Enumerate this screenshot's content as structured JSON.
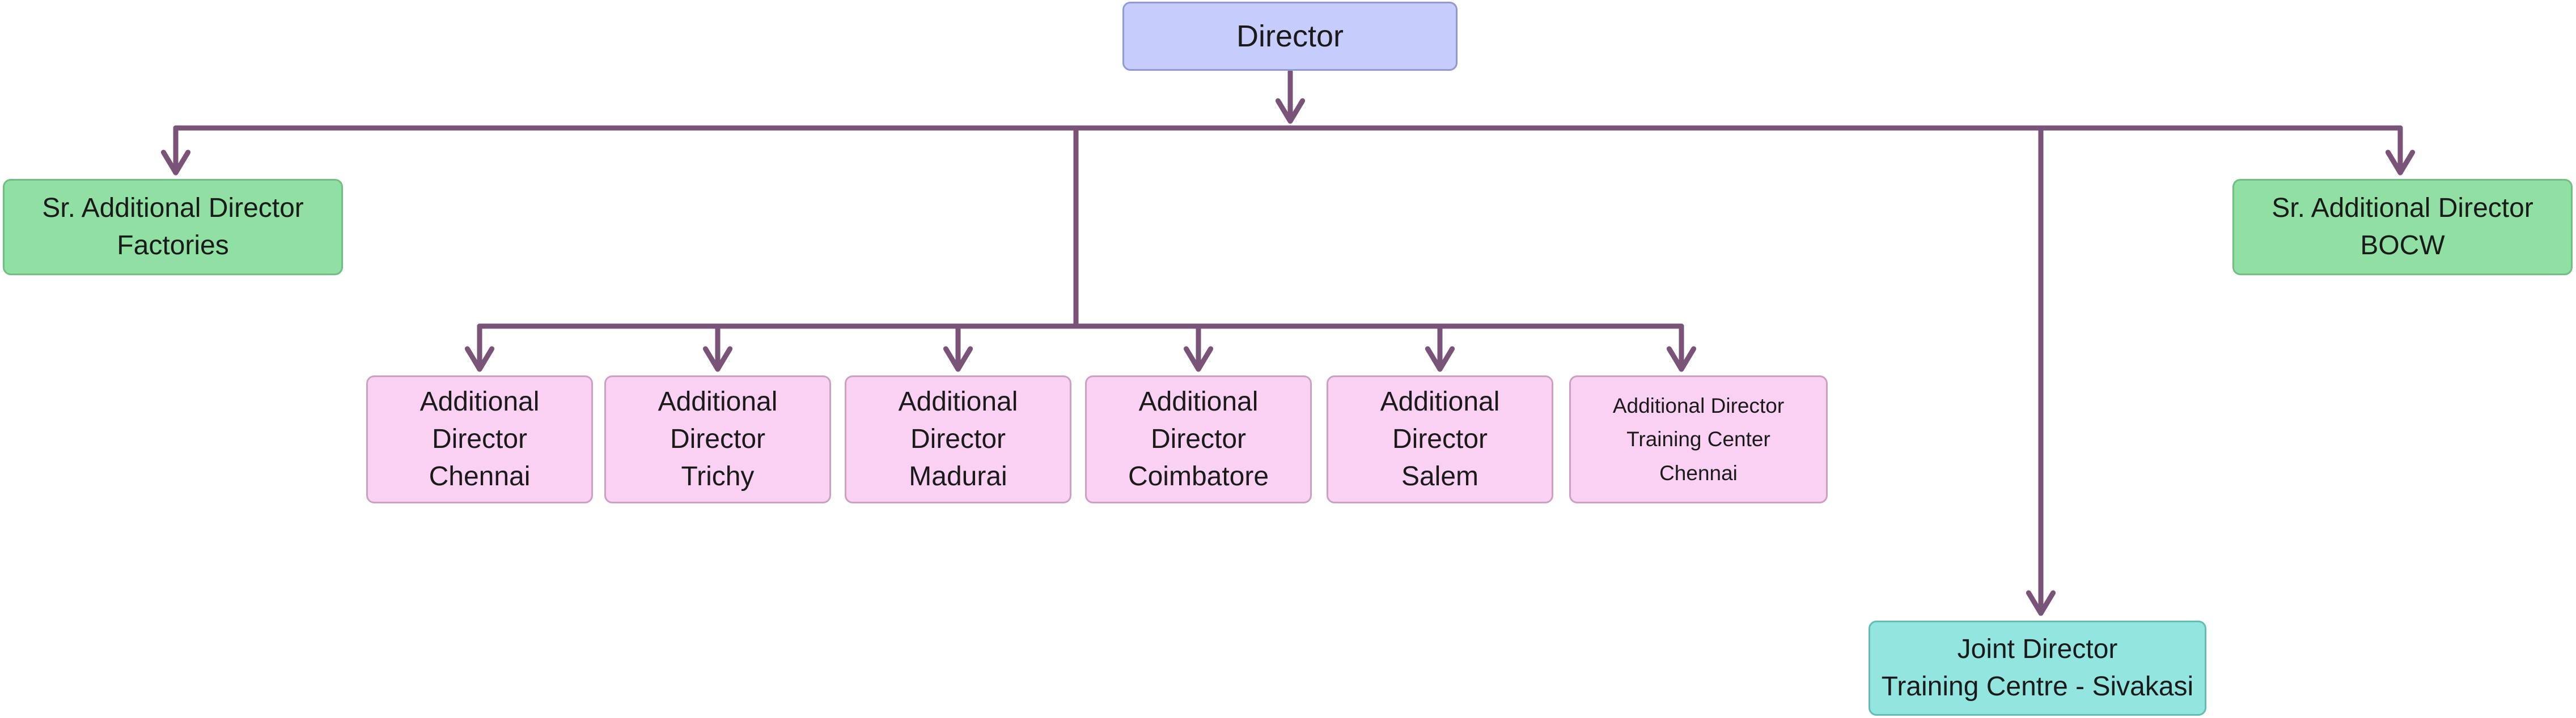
{
  "org_chart": {
    "director": {
      "label": "Director"
    },
    "senior_additional_directors": [
      {
        "lines": [
          "Sr. Additional Director",
          "Factories"
        ]
      },
      {
        "lines": [
          "Sr. Additional Director",
          "BOCW"
        ]
      }
    ],
    "additional_directors": [
      {
        "lines": [
          "Additional",
          "Director",
          "Chennai"
        ]
      },
      {
        "lines": [
          "Additional",
          "Director",
          "Trichy"
        ]
      },
      {
        "lines": [
          "Additional",
          "Director",
          "Madurai"
        ]
      },
      {
        "lines": [
          "Additional",
          "Director",
          "Coimbatore"
        ]
      },
      {
        "lines": [
          "Additional",
          "Director",
          "Salem"
        ]
      },
      {
        "lines": [
          "Additional Director",
          "Training Center",
          "Chennai"
        ]
      }
    ],
    "joint_director": {
      "lines": [
        "Joint Director",
        "Training Centre - Sivakasi"
      ]
    }
  },
  "colors": {
    "connector": "#7a5478",
    "director_fill": "#c6cdfc",
    "senior_fill": "#8fe0a2",
    "additional_fill": "#fbd1f3",
    "joint_fill": "#93e6e0"
  }
}
